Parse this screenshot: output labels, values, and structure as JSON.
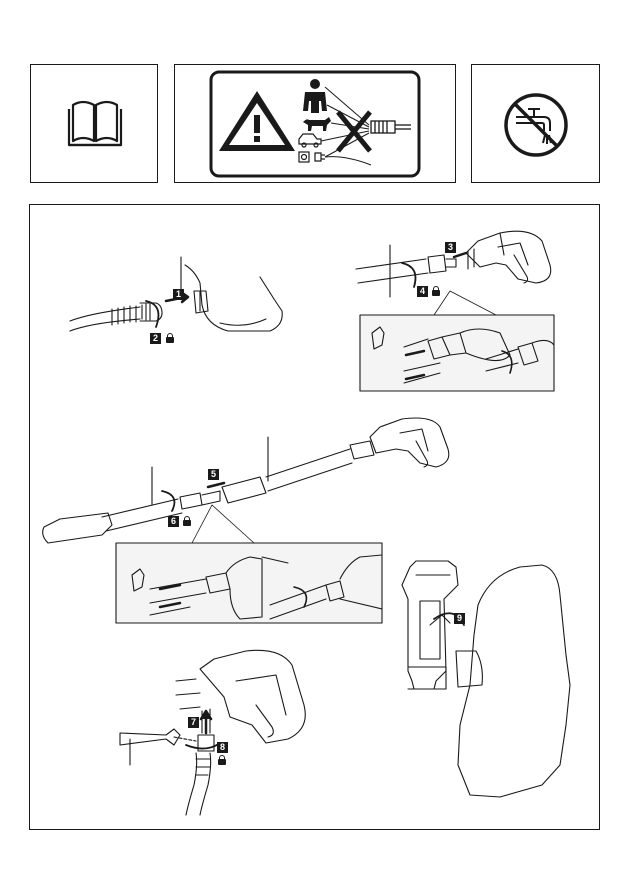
{
  "steps": {
    "s1": "1",
    "s2": "2",
    "s3": "3",
    "s4": "4",
    "s5": "5",
    "s6": "6",
    "s7": "7",
    "s8": "8",
    "s9": "9"
  },
  "colors": {
    "ink": "#1a1a1a",
    "background": "#ffffff",
    "panel_fill": "#f4f4f4"
  },
  "icons": {
    "manual": "read-manual-icon",
    "warning": "warning-triangle-icon",
    "no_water": "no-drinking-water-icon",
    "lock": "lock-icon"
  }
}
